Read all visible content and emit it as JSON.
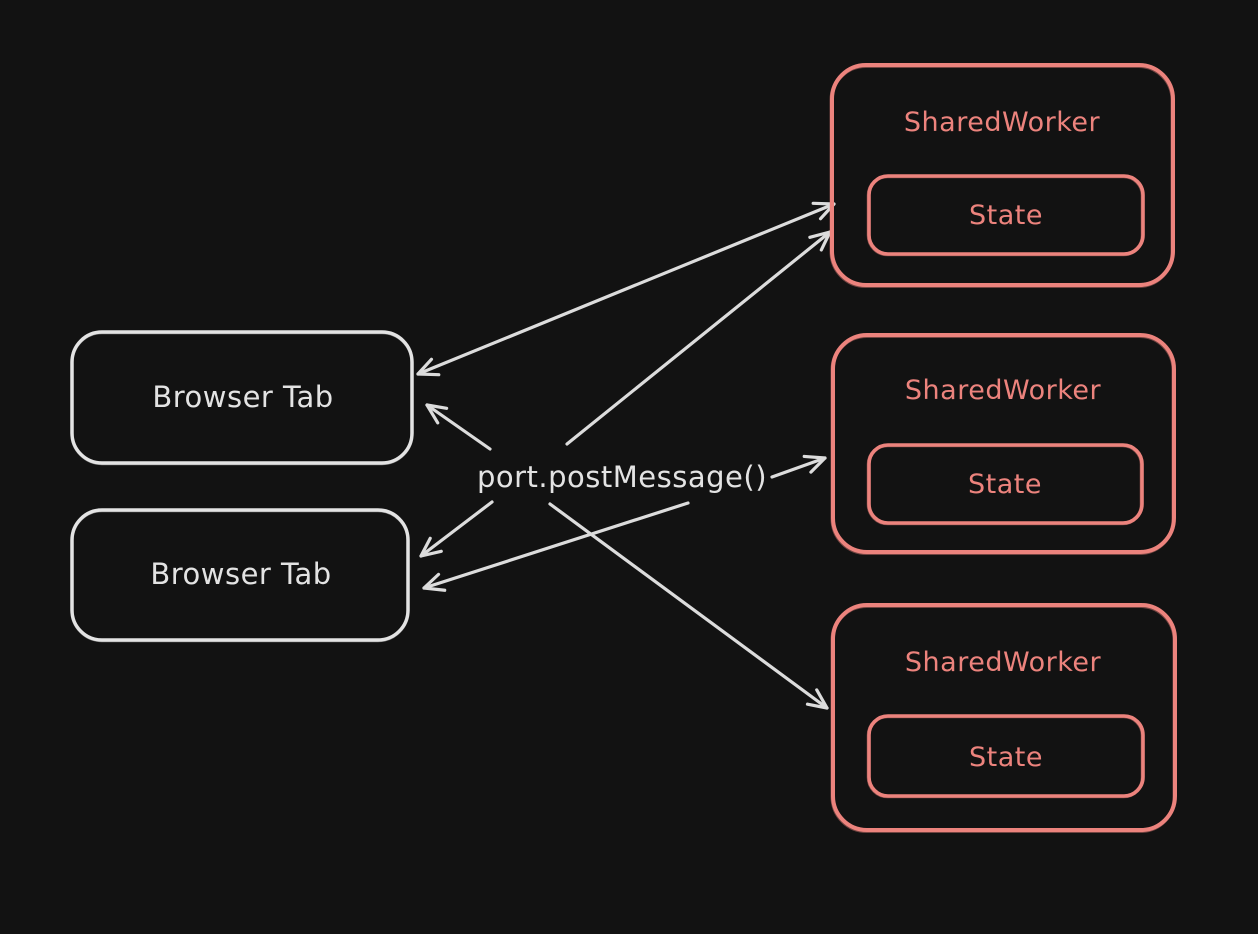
{
  "palette": {
    "canvas_bg": "#121212",
    "tab_stroke": "#e3e3e3",
    "worker_stroke": "#ec837d",
    "arrow_stroke": "#dcdcdc"
  },
  "diagram": {
    "center_label": "port.postMessage()",
    "browser_tabs": [
      {
        "label": "Browser Tab"
      },
      {
        "label": "Browser Tab"
      }
    ],
    "shared_workers": [
      {
        "title": "SharedWorker",
        "state_label": "State"
      },
      {
        "title": "SharedWorker",
        "state_label": "State"
      },
      {
        "title": "SharedWorker",
        "state_label": "State"
      }
    ],
    "arrows": [
      {
        "from": "browser-tab-1",
        "to": "shared-worker-1",
        "bidirectional": true
      },
      {
        "from": "center-label",
        "to": "shared-worker-1",
        "bidirectional": false
      },
      {
        "from": "center-label",
        "to": "shared-worker-2",
        "bidirectional": false
      },
      {
        "from": "center-label",
        "to": "shared-worker-3",
        "bidirectional": false
      },
      {
        "from": "center-label",
        "to": "browser-tab-1",
        "bidirectional": false
      },
      {
        "from": "center-label",
        "to": "browser-tab-2",
        "bidirectional": false
      },
      {
        "from": "center-label",
        "to": "browser-tab-2",
        "bidirectional": false
      }
    ]
  }
}
